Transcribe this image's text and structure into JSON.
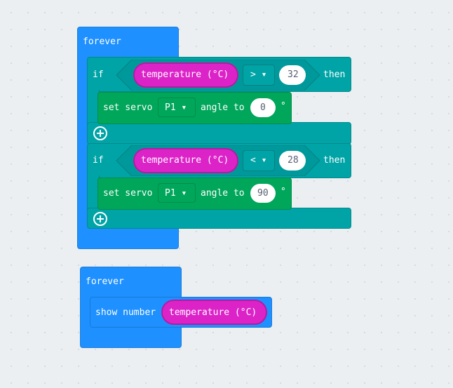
{
  "block1": {
    "hat": "forever",
    "if1": {
      "if_label": "if",
      "sensor": "temperature (°C)",
      "operator": "> ▾",
      "value": "32",
      "then_label": "then",
      "action": {
        "label1": "set servo",
        "pin": "P1 ▾",
        "label2": "angle to",
        "angle": "0",
        "degree": "°"
      }
    },
    "if2": {
      "if_label": "if",
      "sensor": "temperature (°C)",
      "operator": "< ▾",
      "value": "28",
      "then_label": "then",
      "action": {
        "label1": "set servo",
        "pin": "P1 ▾",
        "label2": "angle to",
        "angle": "90",
        "degree": "°"
      }
    }
  },
  "block2": {
    "hat": "forever",
    "show_label": "show number",
    "sensor": "temperature (°C)"
  },
  "colors": {
    "loops": "#1e90ff",
    "logic": "#00a4a6",
    "pins": "#00a65a",
    "input": "#dc23c8",
    "workspace": "#eceff1"
  },
  "icons": [
    "plus-circle-icon",
    "dropdown-caret-icon"
  ]
}
